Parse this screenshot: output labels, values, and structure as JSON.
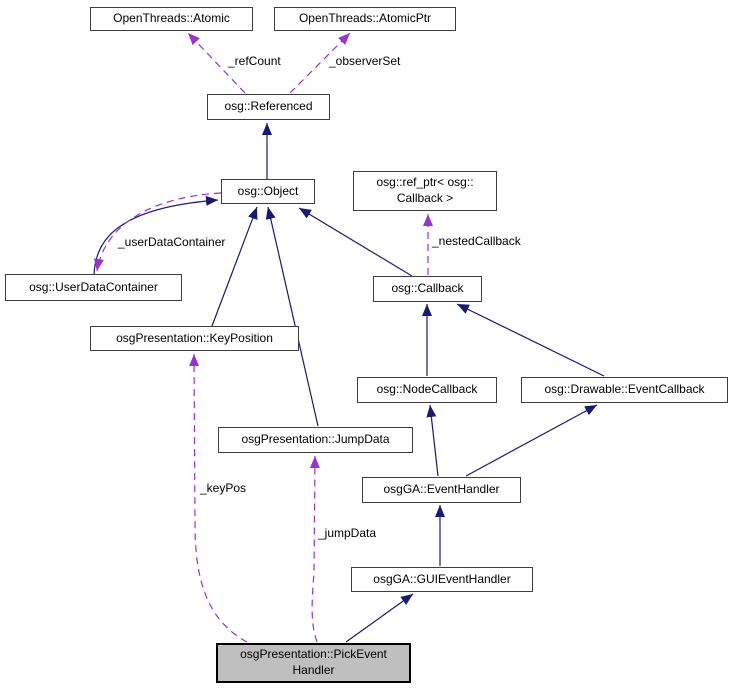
{
  "diagram": {
    "kind": "doxygen-collaboration-graph",
    "focus_class": "osgPresentation::PickEventHandler",
    "colors": {
      "inheritance_edge": "#191970",
      "usage_edge": "#9a32cd",
      "node_border": "#3d3d3d",
      "node_fill": "#ffffff",
      "focus_node_fill": "#bfbfbf",
      "text": "#000000",
      "background": "#ffffff"
    },
    "nodes": {
      "atomic": {
        "label": "OpenThreads::Atomic"
      },
      "atomicptr": {
        "label": "OpenThreads::AtomicPtr"
      },
      "referenced": {
        "label": "osg::Referenced"
      },
      "object": {
        "label": "osg::Object"
      },
      "refptr": {
        "label": "osg::ref_ptr< osg::\nCallback >"
      },
      "userdata": {
        "label": "osg::UserDataContainer"
      },
      "callback": {
        "label": "osg::Callback"
      },
      "keyposition": {
        "label": "osgPresentation::KeyPosition"
      },
      "nodecallback": {
        "label": "osg::NodeCallback"
      },
      "eventcallback": {
        "label": "osg::Drawable::EventCallback"
      },
      "jumpdata": {
        "label": "osgPresentation::JumpData"
      },
      "eventhandler": {
        "label": "osgGA::EventHandler"
      },
      "guieventhandler": {
        "label": "osgGA::GUIEventHandler"
      },
      "pickeventhandler": {
        "label": "osgPresentation::PickEvent\nHandler"
      }
    },
    "edge_labels": {
      "ref_count": "_refCount",
      "observer_set": "_observerSet",
      "user_data_container": "_userDataContainer",
      "nested_callback": "_nestedCallback",
      "key_pos": "_keyPos",
      "jump_data": "_jumpData"
    }
  }
}
